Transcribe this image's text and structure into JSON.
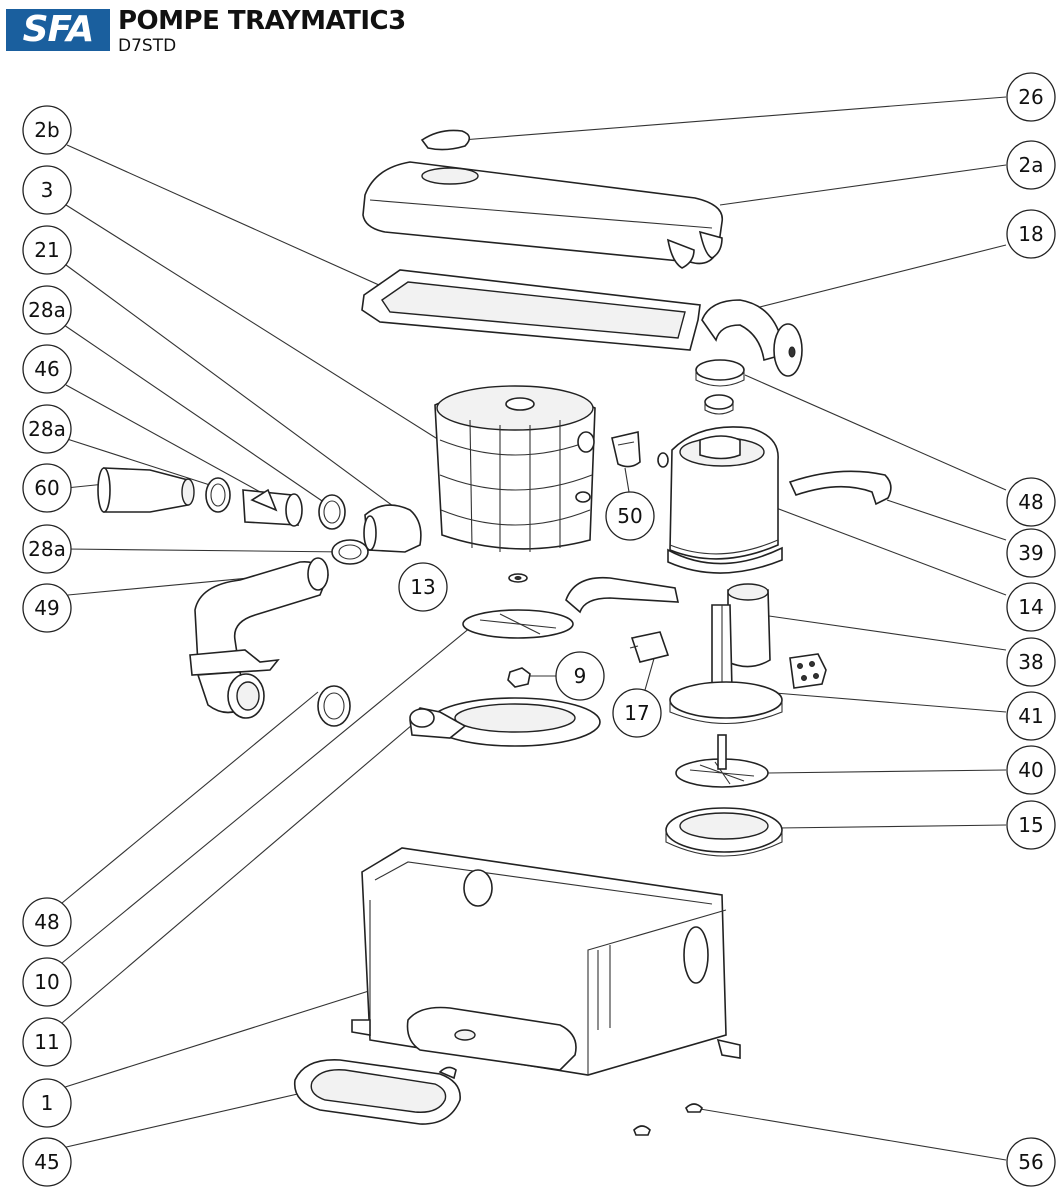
{
  "header": {
    "logo": "SFA",
    "title": "POMPE TRAYMATIC3",
    "subtitle": "D7STD"
  },
  "callouts": [
    {
      "id": "c26",
      "label": "26"
    },
    {
      "id": "c2b",
      "label": "2b"
    },
    {
      "id": "c2a",
      "label": "2a"
    },
    {
      "id": "c3",
      "label": "3"
    },
    {
      "id": "c18",
      "label": "18"
    },
    {
      "id": "c21",
      "label": "21"
    },
    {
      "id": "c28a1",
      "label": "28a"
    },
    {
      "id": "c46",
      "label": "46"
    },
    {
      "id": "c28a2",
      "label": "28a"
    },
    {
      "id": "c60",
      "label": "60"
    },
    {
      "id": "c48a",
      "label": "48"
    },
    {
      "id": "c50",
      "label": "50"
    },
    {
      "id": "c39",
      "label": "39"
    },
    {
      "id": "c28a3",
      "label": "28a"
    },
    {
      "id": "c13",
      "label": "13"
    },
    {
      "id": "c49",
      "label": "49"
    },
    {
      "id": "c14",
      "label": "14"
    },
    {
      "id": "c38",
      "label": "38"
    },
    {
      "id": "c9",
      "label": "9"
    },
    {
      "id": "c17",
      "label": "17"
    },
    {
      "id": "c41",
      "label": "41"
    },
    {
      "id": "c40",
      "label": "40"
    },
    {
      "id": "c15",
      "label": "15"
    },
    {
      "id": "c48b",
      "label": "48"
    },
    {
      "id": "c10",
      "label": "10"
    },
    {
      "id": "c11",
      "label": "11"
    },
    {
      "id": "c1",
      "label": "1"
    },
    {
      "id": "c45",
      "label": "45"
    },
    {
      "id": "c56",
      "label": "56"
    }
  ]
}
